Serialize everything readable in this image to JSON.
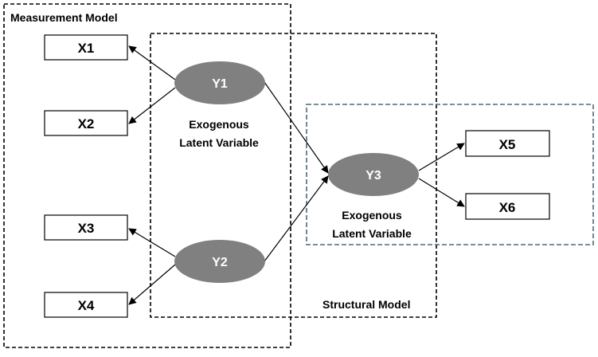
{
  "regions": {
    "measurement_model": "Measurement Model",
    "structural_model": "Structural Model"
  },
  "indicators": {
    "x1": "X1",
    "x2": "X2",
    "x3": "X3",
    "x4": "X4",
    "x5": "X5",
    "x6": "X6"
  },
  "latent": {
    "y1": "Y1",
    "y2": "Y2",
    "y3": "Y3"
  },
  "captions": {
    "y1_line1": "Exogenous",
    "y1_line2": "Latent Variable",
    "y3_line1": "Exogenous",
    "y3_line2": "Latent Variable"
  },
  "colors": {
    "ellipse_fill": "#808080",
    "ellipse_text": "#ffffff",
    "measurement_border": "#000000",
    "structural_border": "#000000",
    "y3_region_border": "#4a6b7c",
    "arrow": "#000000"
  }
}
